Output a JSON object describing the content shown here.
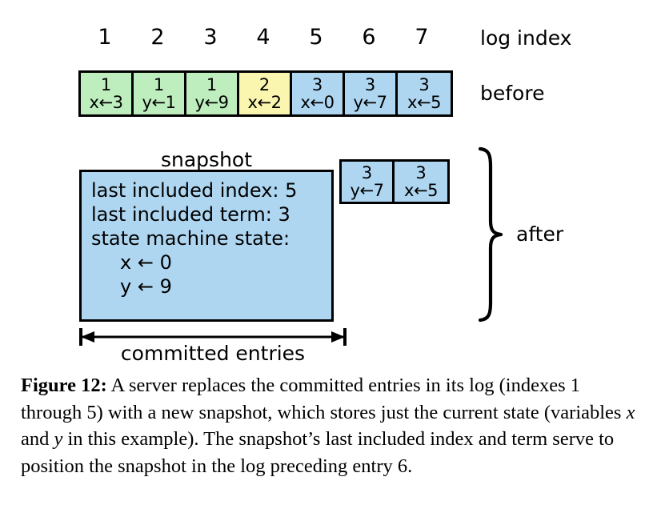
{
  "figure": {
    "labels": {
      "log_index": "log index",
      "before": "before",
      "after": "after",
      "snapshot": "snapshot",
      "committed_entries": "committed entries"
    },
    "log_indexes": [
      "1",
      "2",
      "3",
      "4",
      "5",
      "6",
      "7"
    ],
    "before_entries": [
      {
        "term": "1",
        "command": "x←3",
        "color": "#BEEEBE"
      },
      {
        "term": "1",
        "command": "y←1",
        "color": "#BEEEBE"
      },
      {
        "term": "1",
        "command": "y←9",
        "color": "#BEEEBE"
      },
      {
        "term": "2",
        "command": "x←2",
        "color": "#FAF5AF"
      },
      {
        "term": "3",
        "command": "x←0",
        "color": "#AED6F1"
      },
      {
        "term": "3",
        "command": "y←7",
        "color": "#AED6F1"
      },
      {
        "term": "3",
        "command": "x←5",
        "color": "#AED6F1"
      }
    ],
    "after_entries": [
      {
        "term": "3",
        "command": "y←7",
        "color": "#AED6F1"
      },
      {
        "term": "3",
        "command": "x←5",
        "color": "#AED6F1"
      }
    ],
    "snapshot": {
      "lines": [
        "last included index: 5",
        "last included term: 3",
        "state machine state:"
      ],
      "state": [
        "x ← 0",
        "y ← 9"
      ],
      "fill_color": "#AED6F1"
    },
    "colors": {
      "term1_green": "#BEEEBE",
      "term2_yellow": "#FAF5AF",
      "term3_blue": "#AED6F1",
      "stroke": "#000000",
      "background": "#FFFFFF"
    }
  },
  "caption": {
    "number": "Figure 12:",
    "text_part_1": " A server replaces the committed entries in its log (indexes 1 through 5) with a new snapshot, which stores just the current state (variables ",
    "var_x": "x",
    "text_part_2": " and ",
    "var_y": "y",
    "text_part_3": " in this example). The snapshot’s last included index and term serve to position the snapshot in the log preceding entry 6."
  }
}
